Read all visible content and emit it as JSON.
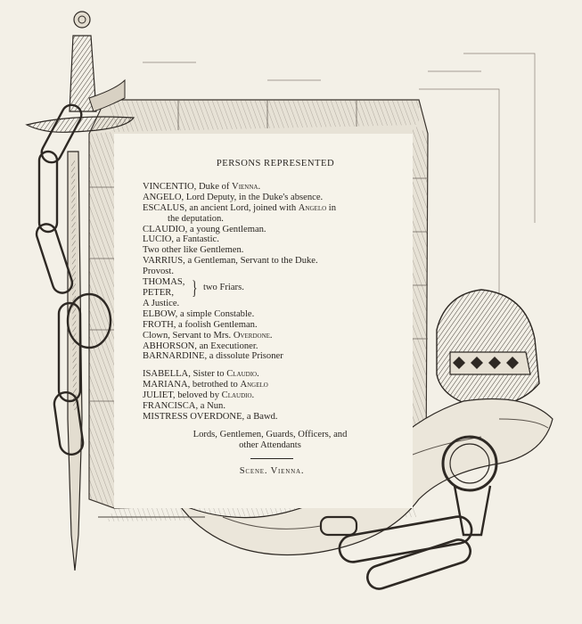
{
  "heading": "PERSONS REPRESENTED",
  "persons_group1": [
    {
      "name": "VINCENTIO,",
      "desc": " Duke of ",
      "sc": "Vienna."
    },
    {
      "name": "ANGELO,",
      "desc": " Lord Deputy, in the Duke's absence."
    },
    {
      "name": "ESCALUS,",
      "desc": " an ancient Lord, joined with ",
      "sc": "Angelo",
      "desc2": " in"
    },
    {
      "cont": "the deputation."
    },
    {
      "name": "CLAUDIO,",
      "desc": " a young Gentleman."
    },
    {
      "name": "LUCIO,",
      "desc": " a Fantastic."
    },
    {
      "plain": "Two other like Gentlemen."
    },
    {
      "name": "VARRIUS,",
      "desc": " a Gentleman, Servant to the Duke."
    },
    {
      "plain": "Provost."
    }
  ],
  "friars": {
    "names": [
      "THOMAS,",
      "PETER,"
    ],
    "brace": "}",
    "desc": "two Friars."
  },
  "persons_group2": [
    {
      "plain": "A Justice."
    },
    {
      "name": "ELBOW,",
      "desc": " a simple Constable."
    },
    {
      "name": "FROTH,",
      "desc": " a foolish Gentleman."
    },
    {
      "plain": "Clown, Servant to Mrs. ",
      "sc": "Overdone."
    },
    {
      "name": "ABHORSON,",
      "desc": " an Executioner."
    },
    {
      "name": "BARNARDINE,",
      "desc": " a dissolute Prisoner"
    }
  ],
  "persons_women": [
    {
      "name": "ISABELLA,",
      "desc": " Sister to ",
      "sc": "Claudio."
    },
    {
      "name": "MARIANA,",
      "desc": " betrothed to ",
      "sc": "Angelo"
    },
    {
      "name": "JULIET,",
      "desc": " beloved by ",
      "sc": "Claudio."
    },
    {
      "name": "FRANCISCA,",
      "desc": " a Nun."
    },
    {
      "name": "MISTRESS OVERDONE,",
      "desc": " a Bawd."
    }
  ],
  "attendants": [
    "Lords, Gentlemen, Guards, Officers, and",
    "other Attendants"
  ],
  "scene": "Scene. Vienna."
}
